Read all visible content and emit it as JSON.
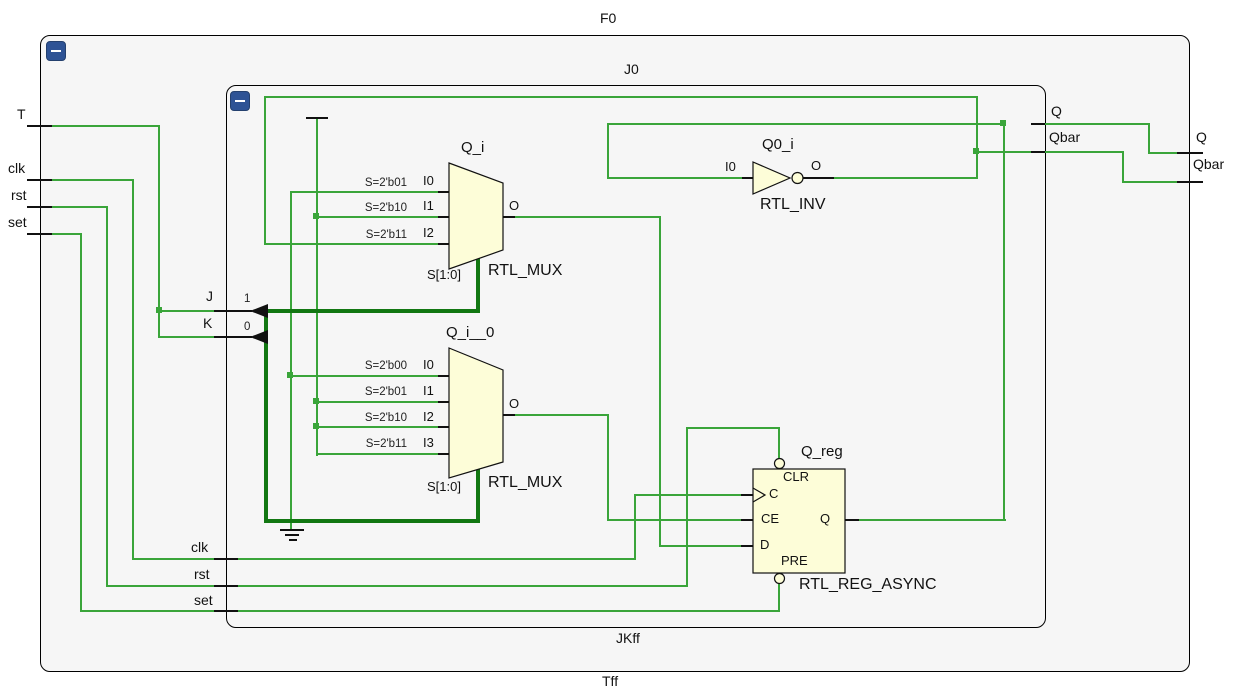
{
  "outer": {
    "label_top": "F0",
    "label_bottom": "Tff",
    "inputs": [
      "T",
      "clk",
      "rst",
      "set"
    ],
    "outputs": [
      "Q",
      "Qbar"
    ]
  },
  "inner": {
    "label_top": "J0",
    "label_bottom": "JKff",
    "port_j": "J",
    "port_k": "K",
    "bit_j": "1",
    "bit_k": "0",
    "inputs_bottom": [
      "clk",
      "rst",
      "set"
    ],
    "outputs": [
      "Q",
      "Qbar"
    ]
  },
  "mux_qi": {
    "name": "Q_i",
    "type": "RTL_MUX",
    "select": "S[1:0]",
    "output": "O",
    "inputs": [
      {
        "pin": "I0",
        "sel": "S=2'b01"
      },
      {
        "pin": "I1",
        "sel": "S=2'b10"
      },
      {
        "pin": "I2",
        "sel": "S=2'b11"
      }
    ]
  },
  "mux_qi0": {
    "name": "Q_i__0",
    "type": "RTL_MUX",
    "select": "S[1:0]",
    "output": "O",
    "inputs": [
      {
        "pin": "I0",
        "sel": "S=2'b00"
      },
      {
        "pin": "I1",
        "sel": "S=2'b01"
      },
      {
        "pin": "I2",
        "sel": "S=2'b10"
      },
      {
        "pin": "I3",
        "sel": "S=2'b11"
      }
    ]
  },
  "inverter": {
    "name": "Q0_i",
    "type": "RTL_INV",
    "input": "I0",
    "output": "O"
  },
  "register": {
    "name": "Q_reg",
    "type": "RTL_REG_ASYNC",
    "pins": {
      "clr": "CLR",
      "c": "C",
      "ce": "CE",
      "d": "D",
      "pre": "PRE",
      "q": "Q"
    }
  },
  "colors": {
    "wire": "#3aa53a",
    "bus": "#127712",
    "component_fill": "#fdfdd8",
    "module_fill": "#f6f6f6",
    "collapse_button": "#2e5395"
  }
}
